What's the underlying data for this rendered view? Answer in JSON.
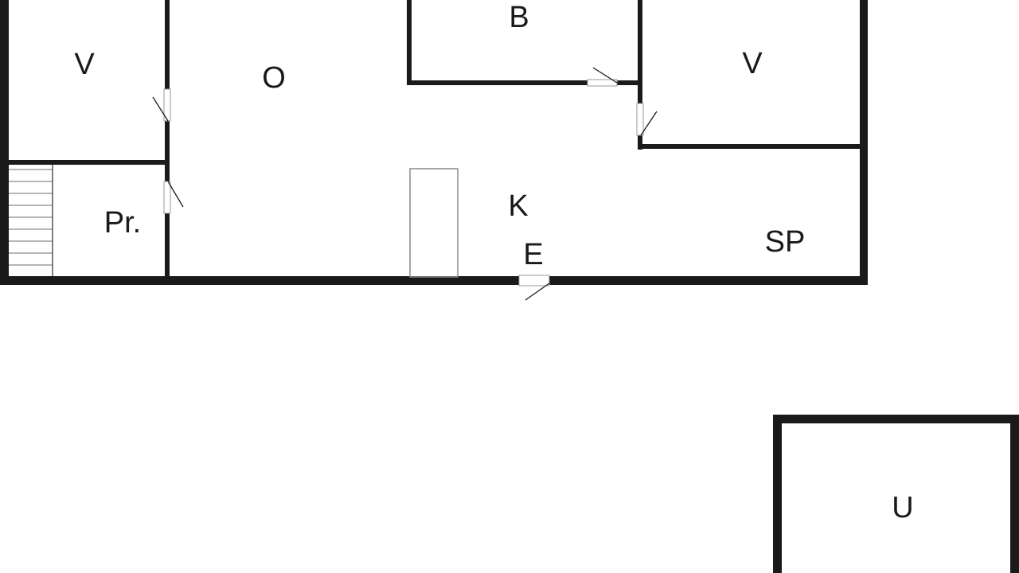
{
  "floor_plan": {
    "rooms": [
      {
        "id": "v-left",
        "label": "V"
      },
      {
        "id": "o",
        "label": "O"
      },
      {
        "id": "b",
        "label": "B"
      },
      {
        "id": "v-right",
        "label": "V"
      },
      {
        "id": "pr",
        "label": "Pr."
      },
      {
        "id": "k",
        "label": "K"
      },
      {
        "id": "e",
        "label": "E"
      },
      {
        "id": "sp",
        "label": "SP"
      },
      {
        "id": "u",
        "label": "U"
      }
    ],
    "colors": {
      "wall": "#1a1a1a",
      "background": "#ffffff",
      "fixture": "#8a8a8a"
    }
  }
}
